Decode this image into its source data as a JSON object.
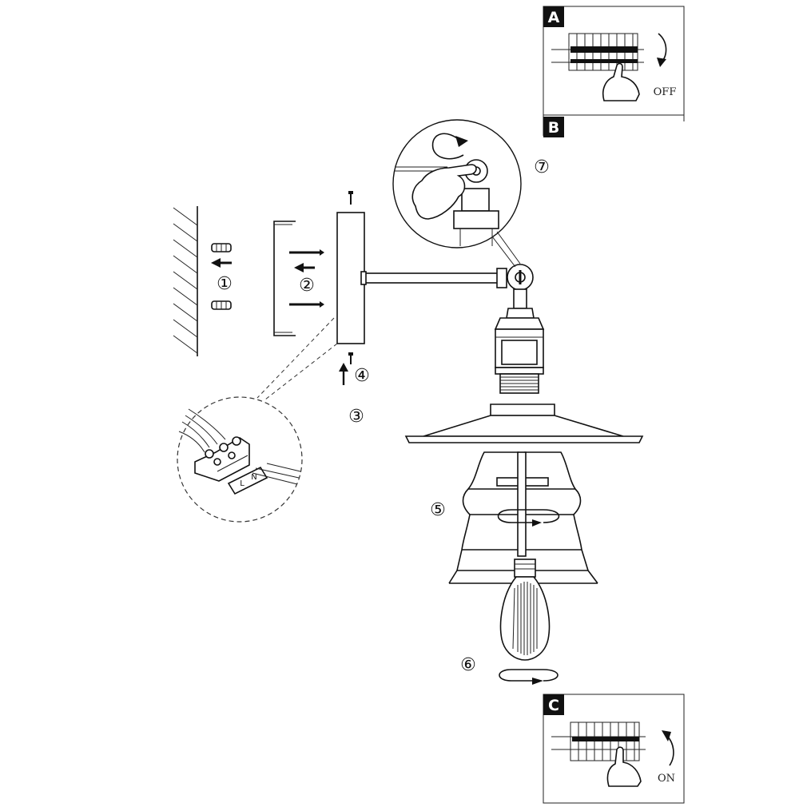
{
  "steps": {
    "s1": "①",
    "s2": "②",
    "s3": "③",
    "s4": "④",
    "s5": "⑤",
    "s6": "⑥",
    "s7": "⑦"
  },
  "panels": {
    "a": {
      "letter": "A",
      "state": "OFF"
    },
    "b": {
      "letter": "B"
    },
    "c": {
      "letter": "C",
      "state": "ON"
    }
  },
  "terminal": {
    "l": "L",
    "n": "N"
  },
  "icons": {
    "wall": "wall-hatch",
    "plug": "wall-plug-icon",
    "screw": "screw-icon",
    "arrow": "arrow-icon",
    "rotate": "rotate-arrow-icon",
    "breaker": "circuit-breaker-icon",
    "hand": "hand-icon"
  },
  "colors": {
    "line": "#111111",
    "background": "#ffffff",
    "tag": "#111111"
  }
}
